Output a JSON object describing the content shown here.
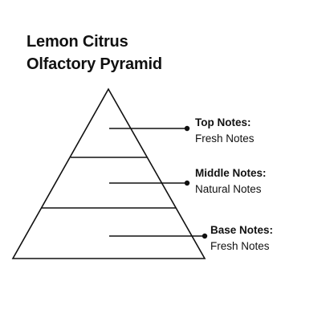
{
  "title": {
    "line1": "Lemon Citrus",
    "line2": "Olfactory Pyramid"
  },
  "notes": [
    {
      "heading": "Top Notes:",
      "value": "Fresh Notes"
    },
    {
      "heading": "Middle Notes:",
      "value": "Natural Notes"
    },
    {
      "heading": "Base Notes:",
      "value": "Fresh Notes"
    }
  ],
  "colors": {
    "line": "#111111",
    "text": "#111111",
    "background": "#ffffff"
  }
}
